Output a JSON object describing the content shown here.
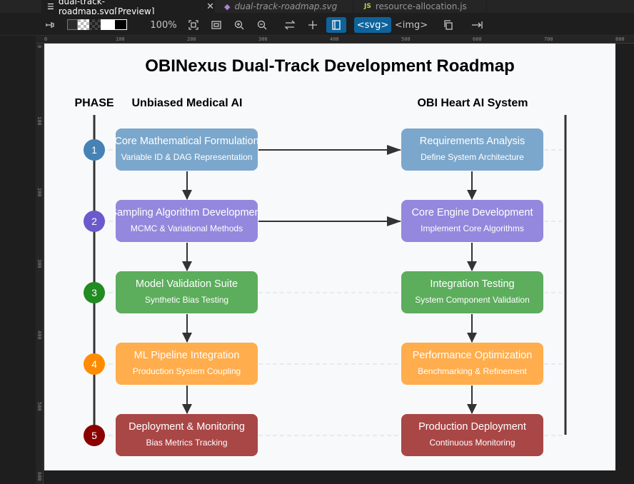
{
  "tabs": [
    {
      "label": "dual-track-roadmap.svg[Preview]",
      "icon": "preview-icon",
      "active": true
    },
    {
      "label": "dual-track-roadmap.svg",
      "icon": "svg-file-icon",
      "active": false
    },
    {
      "label": "resource-allocation.js",
      "icon": "js-file-icon",
      "badge": "JS",
      "active": false
    }
  ],
  "toolbar": {
    "zoom": "100%",
    "svg_button": "<svg>",
    "img_button": "<img>"
  },
  "ruler": {
    "top": [
      "0",
      "100",
      "200",
      "300",
      "400",
      "500",
      "600",
      "700",
      "800"
    ],
    "left": [
      "0",
      "100",
      "200",
      "300",
      "400",
      "500",
      "600"
    ]
  },
  "diagram": {
    "title": "OBINexus Dual-Track Development Roadmap",
    "headers": {
      "phase": "PHASE",
      "left": "Unbiased Medical AI",
      "right": "OBI Heart AI System"
    },
    "phases": [
      {
        "num": "1",
        "color": "#4682b4",
        "left": {
          "title": "Core Mathematical Formulation",
          "sub": "Variable ID & DAG Representation",
          "color": "#7ba7cc"
        },
        "right": {
          "title": "Requirements Analysis",
          "sub": "Define System Architecture",
          "color": "#7ba7cc"
        }
      },
      {
        "num": "2",
        "color": "#6a5acd",
        "left": {
          "title": "Sampling Algorithm Development",
          "sub": "MCMC & Variational Methods",
          "color": "#9388dd"
        },
        "right": {
          "title": "Core Engine Development",
          "sub": "Implement Core Algorithms",
          "color": "#9388dd"
        }
      },
      {
        "num": "3",
        "color": "#228b22",
        "left": {
          "title": "Model Validation Suite",
          "sub": "Synthetic Bias Testing",
          "color": "#5cad5c"
        },
        "right": {
          "title": "Integration Testing",
          "sub": "System Component Validation",
          "color": "#5cad5c"
        }
      },
      {
        "num": "4",
        "color": "#ff8c00",
        "left": {
          "title": "ML Pipeline Integration",
          "sub": "Production System Coupling",
          "color": "#ffad4d"
        },
        "right": {
          "title": "Performance Optimization",
          "sub": "Benchmarking & Refinement",
          "color": "#ffad4d"
        }
      },
      {
        "num": "5",
        "color": "#8b0000",
        "left": {
          "title": "Deployment & Monitoring",
          "sub": "Bias Metrics Tracking",
          "color": "#a94646"
        },
        "right": {
          "title": "Production Deployment",
          "sub": "Continuous Monitoring",
          "color": "#a94646"
        }
      }
    ]
  }
}
